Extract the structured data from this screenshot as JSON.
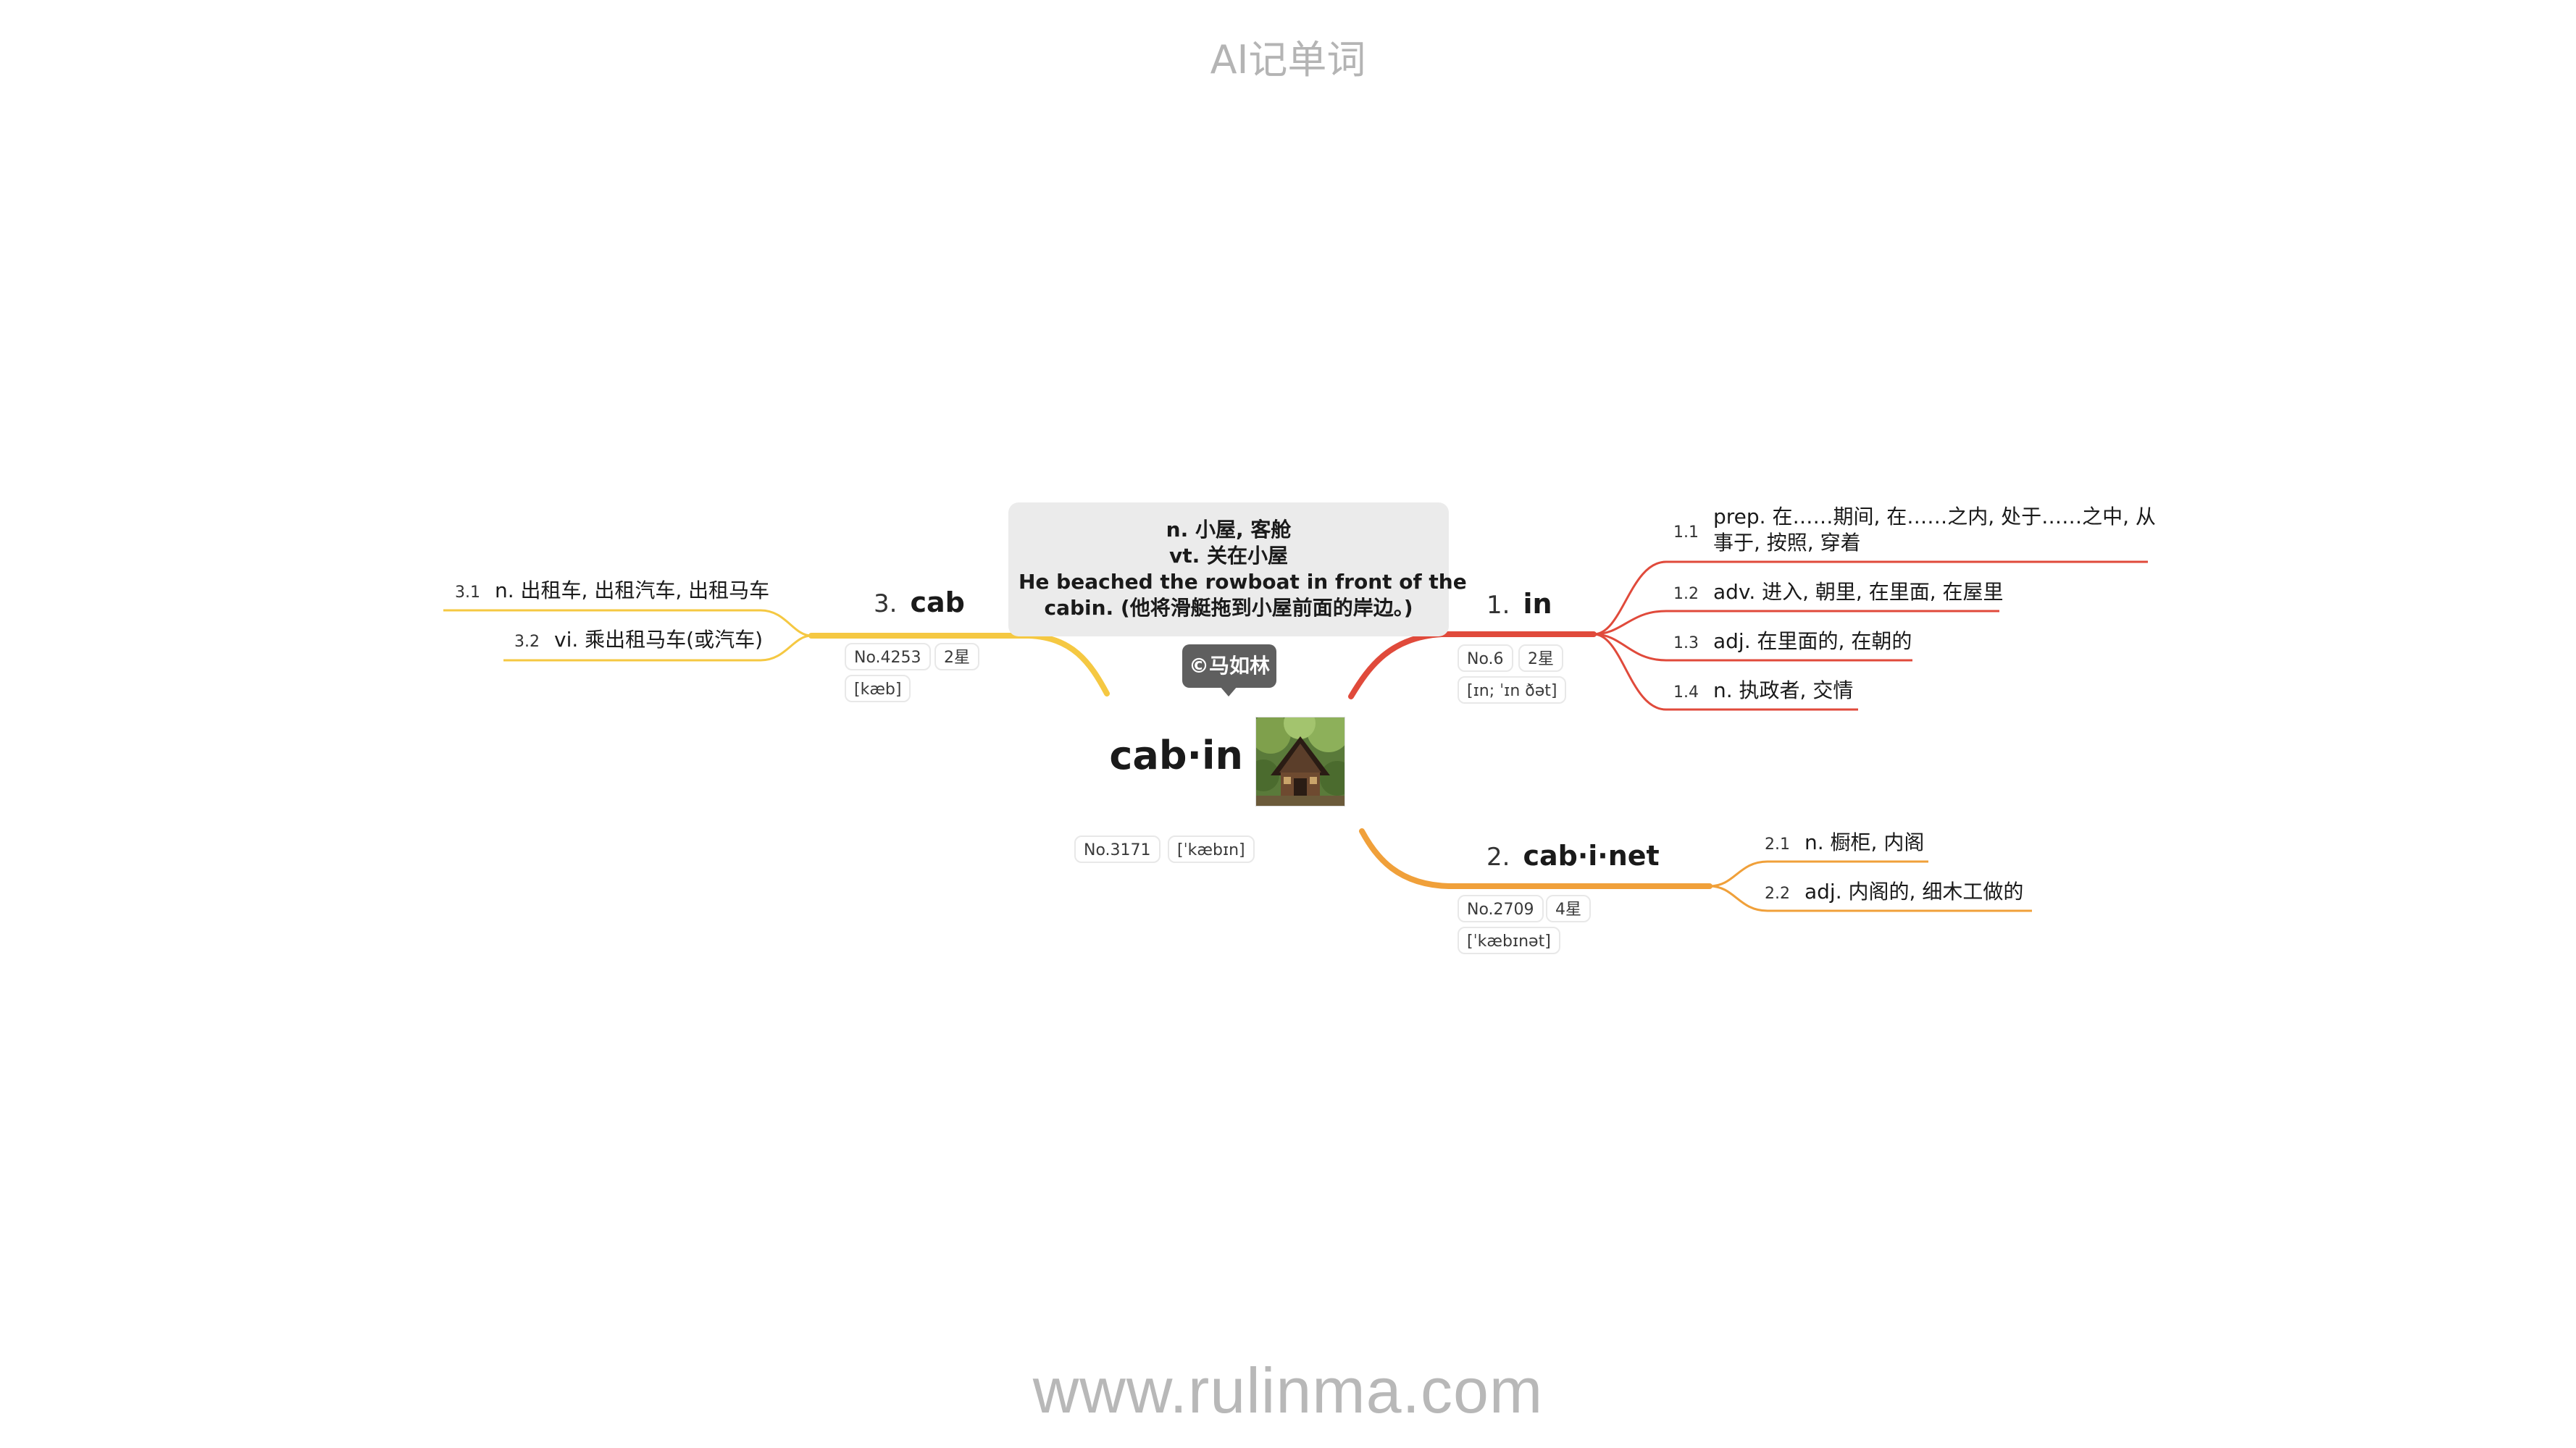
{
  "page_title": "AI记单词",
  "watermark": "www.rulinma.com",
  "central": {
    "word": "cab·in",
    "number": "No.3171",
    "phonetic": "[ˈkæbɪn]",
    "tooltip": {
      "line1": "n. 小屋, 客舱",
      "line2": "vt. 关在小屋",
      "line3": "He beached the rowboat in front of the",
      "line4": "cabin. (他将滑艇拖到小屋前面的岸边。)"
    },
    "author": "©马如林",
    "image_icon": "cabin-photo"
  },
  "branches": [
    {
      "index": "1.",
      "word": "in",
      "color": "#e04a3b",
      "number": "No.6",
      "stars": "2星",
      "phonetic": "[ɪn; ˈɪn ðət]",
      "definitions": [
        {
          "num": "1.1",
          "text": "prep. 在……期间, 在……之内, 处于……之中, 从事于, 按照, 穿着"
        },
        {
          "num": "1.2",
          "text": "adv. 进入, 朝里, 在里面, 在屋里"
        },
        {
          "num": "1.3",
          "text": "adj. 在里面的, 在朝的"
        },
        {
          "num": "1.4",
          "text": "n. 执政者, 交情"
        }
      ]
    },
    {
      "index": "2.",
      "word": "cab·i·net",
      "color": "#f0a03a",
      "number": "No.2709",
      "stars": "4星",
      "phonetic": "[ˈkæbɪnət]",
      "definitions": [
        {
          "num": "2.1",
          "text": "n. 橱柜, 内阁"
        },
        {
          "num": "2.2",
          "text": "adj. 内阁的, 细木工做的"
        }
      ]
    },
    {
      "index": "3.",
      "word": "cab",
      "color": "#f5c842",
      "number": "No.4253",
      "stars": "2星",
      "phonetic": "[kæb]",
      "definitions": [
        {
          "num": "3.1",
          "text": "n. 出租车, 出租汽车, 出租马车"
        },
        {
          "num": "3.2",
          "text": "vi. 乘出租马车(或汽车)"
        }
      ]
    }
  ]
}
